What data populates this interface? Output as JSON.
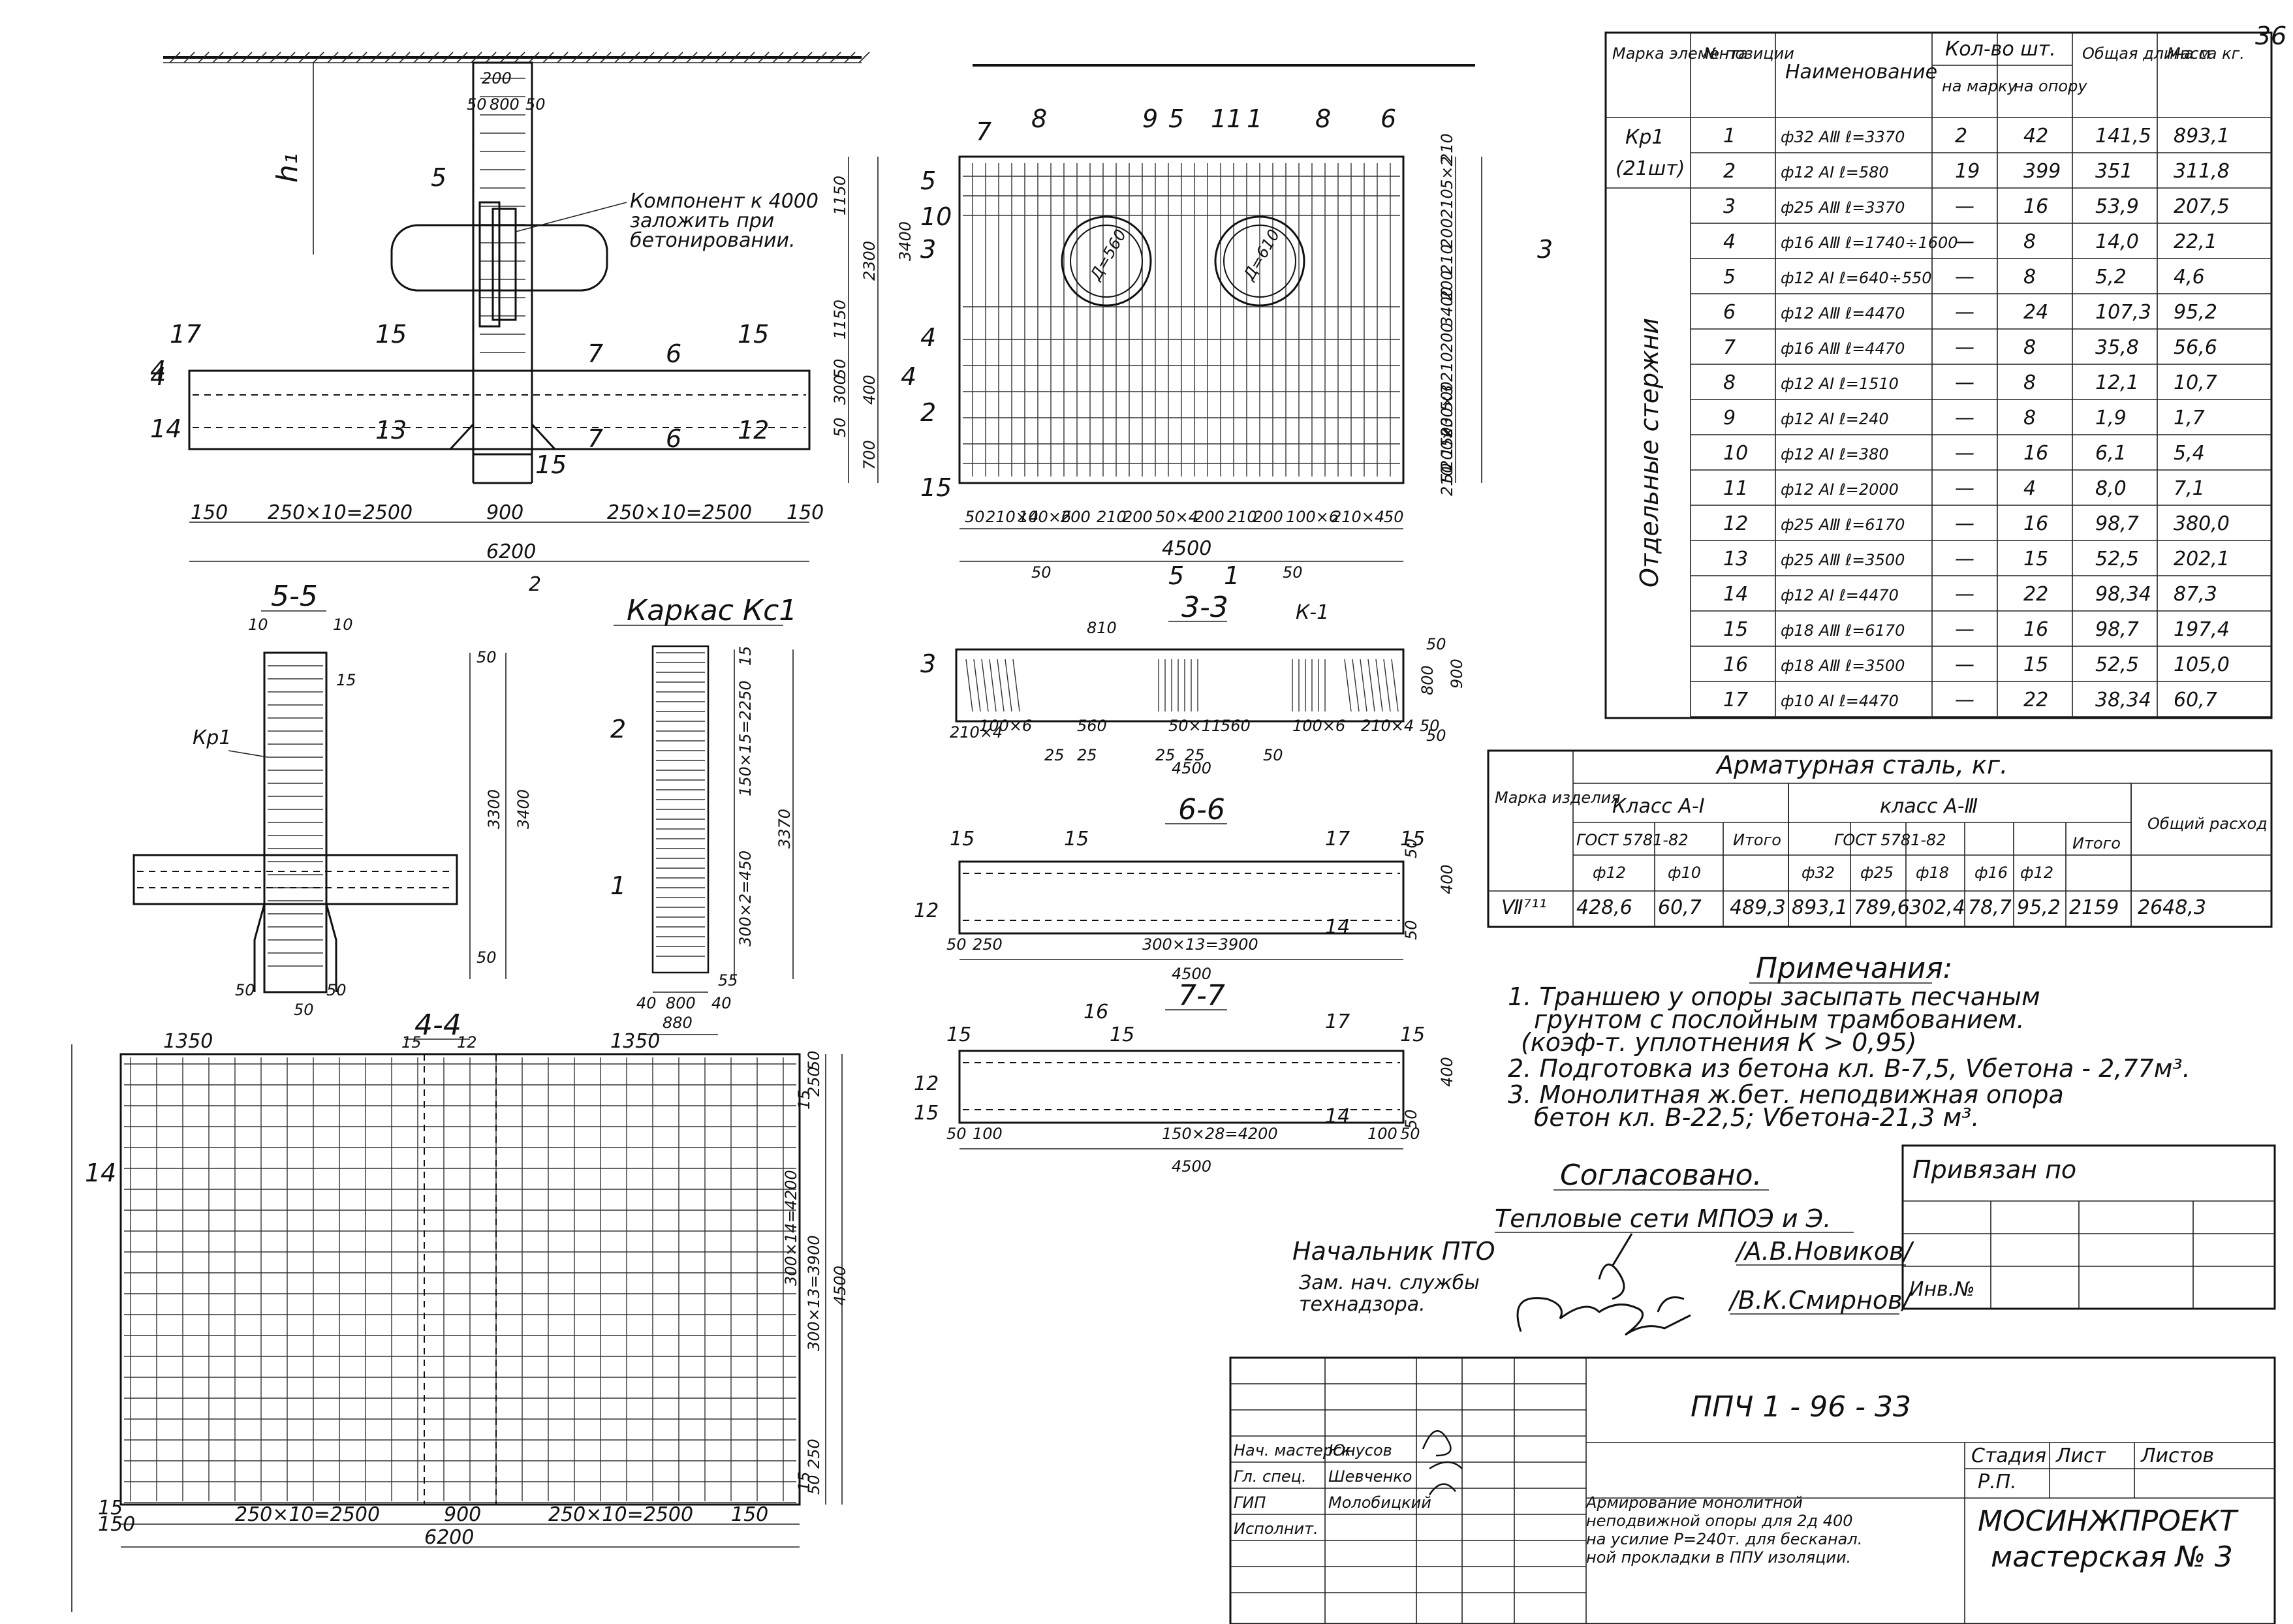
{
  "sheet_number": "36",
  "plan": {
    "dims_top": [
      "200",
      "50",
      "800",
      "50"
    ],
    "dim_h1": "h₁",
    "component_note": [
      "Компонент к 4000",
      "заложить при",
      "бетонировании."
    ],
    "labels": [
      "5",
      "4",
      "17",
      "15",
      "7",
      "6",
      "15",
      "4",
      "14",
      "13",
      "7",
      "6",
      "12",
      "15",
      "2",
      "3"
    ],
    "dims_right": [
      "1150",
      "2300",
      "1150",
      "3400",
      "50",
      "300",
      "400",
      "50",
      "700"
    ],
    "dims_bottom": [
      "150",
      "250×10=2500",
      "900",
      "250×10=2500",
      "150"
    ],
    "total": "6200"
  },
  "view_front": {
    "labels": [
      "7",
      "8",
      "9",
      "5",
      "11",
      "1",
      "8",
      "6",
      "10",
      "5",
      "3",
      "4",
      "2",
      "3",
      "15",
      "3",
      "4",
      "5",
      "1"
    ],
    "pipe_dia_1": "Д=560",
    "pipe_dia_2": "Д=610",
    "dims_right": [
      "210",
      "5×2",
      "210",
      "200",
      "210",
      "200",
      "3400",
      "200",
      "210",
      "500",
      "200×3",
      "150",
      "200×3",
      "50",
      "210"
    ],
    "dims_bottom": [
      "50",
      "210×4",
      "100×6",
      "200",
      "210",
      "200",
      "50×4",
      "200",
      "210",
      "200",
      "100×6",
      "210×4",
      "50",
      "50",
      "50"
    ],
    "total": "4500"
  },
  "sec_5_5": {
    "title": "5-5",
    "kp": "Кр1",
    "dims": [
      "10",
      "10",
      "15",
      "3300",
      "3400",
      "50",
      "50",
      "50",
      "50",
      "50"
    ]
  },
  "karkas": {
    "title": "Каркас Кс1",
    "labels": [
      "2",
      "1"
    ],
    "dims": [
      "15",
      "150×15=2250",
      "3370",
      "300×2=450",
      "40",
      "800",
      "40",
      "880",
      "55"
    ]
  },
  "sec_3_3": {
    "title": "3-3",
    "k": "К-1",
    "labels": [
      "3"
    ],
    "dims": [
      "810",
      "800",
      "900",
      "50",
      "50",
      "210×4",
      "100×6",
      "560",
      "50×11",
      "560",
      "100×6",
      "210×4",
      "50",
      "25",
      "25",
      "25",
      "25",
      "50",
      "4500"
    ]
  },
  "sec_6_6": {
    "title": "6-6",
    "labels": [
      "15",
      "15",
      "17",
      "15",
      "12",
      "14"
    ],
    "dims": [
      "50",
      "250",
      "300×13=3900",
      "50",
      "400",
      "50",
      "4500"
    ]
  },
  "sec_7_7": {
    "title": "7-7",
    "labels": [
      "16",
      "15",
      "15",
      "17",
      "15",
      "12",
      "15",
      "14"
    ],
    "dims": [
      "50",
      "100",
      "150×28=4200",
      "100",
      "50",
      "400",
      "50",
      "4500"
    ]
  },
  "sec_4_4": {
    "title": "4-4",
    "labels": [
      "14",
      "15",
      "12"
    ],
    "dims_top": [
      "1350",
      "1350"
    ],
    "dims_right": [
      "50",
      "250",
      "15",
      "300×14=4200",
      "300×13=3900",
      "4500",
      "15",
      "250",
      "50"
    ],
    "dims_bottom": [
      "15",
      "150",
      "250×10=2500",
      "900",
      "250×10=2500",
      "150"
    ],
    "total": "6200"
  },
  "spec_table": {
    "headers": [
      "Марка элемента",
      "№ позиции",
      "Наименование",
      "Кол-во шт.",
      "на марку",
      "на опору",
      "Общая длина м",
      "Масса кг."
    ],
    "group_label": "Отдельные стержни",
    "mark": "Кр1",
    "mark_count": "(21шт)",
    "rows": [
      [
        "1",
        "ф32 АⅢ  ℓ=3370",
        "2",
        "42",
        "141,5",
        "893,1"
      ],
      [
        "2",
        "ф12 АⅠ  ℓ=580",
        "19",
        "399",
        "351",
        "311,8"
      ],
      [
        "3",
        "ф25 АⅢ  ℓ=3370",
        "—",
        "16",
        "53,9",
        "207,5"
      ],
      [
        "4",
        "ф16 АⅢ  ℓ=1740÷1600",
        "—",
        "8",
        "14,0",
        "22,1"
      ],
      [
        "5",
        "ф12 АⅠ  ℓ=640÷550",
        "—",
        "8",
        "5,2",
        "4,6"
      ],
      [
        "6",
        "ф12 АⅢ  ℓ=4470",
        "—",
        "24",
        "107,3",
        "95,2"
      ],
      [
        "7",
        "ф16 АⅢ  ℓ=4470",
        "—",
        "8",
        "35,8",
        "56,6"
      ],
      [
        "8",
        "ф12 АⅠ  ℓ=1510",
        "—",
        "8",
        "12,1",
        "10,7"
      ],
      [
        "9",
        "ф12 АⅠ  ℓ=240",
        "—",
        "8",
        "1,9",
        "1,7"
      ],
      [
        "10",
        "ф12 АⅠ  ℓ=380",
        "—",
        "16",
        "6,1",
        "5,4"
      ],
      [
        "11",
        "ф12 АⅠ  ℓ=2000",
        "—",
        "4",
        "8,0",
        "7,1"
      ],
      [
        "12",
        "ф25 АⅢ  ℓ=6170",
        "—",
        "16",
        "98,7",
        "380,0"
      ],
      [
        "13",
        "ф25 АⅢ  ℓ=3500",
        "—",
        "15",
        "52,5",
        "202,1"
      ],
      [
        "14",
        "ф12 АⅠ  ℓ=4470",
        "—",
        "22",
        "98,34",
        "87,3"
      ],
      [
        "15",
        "ф18 АⅢ  ℓ=6170",
        "—",
        "16",
        "98,7",
        "197,4"
      ],
      [
        "16",
        "ф18 АⅢ  ℓ=3500",
        "—",
        "15",
        "52,5",
        "105,0"
      ],
      [
        "17",
        "ф10 АⅠ  ℓ=4470",
        "—",
        "22",
        "38,34",
        "60,7"
      ]
    ]
  },
  "steel_table": {
    "title": "Арматурная сталь, кг.",
    "col_mark": "Марка изделия",
    "class1": "Класс А-Ⅰ",
    "class3": "класс А-Ⅲ",
    "gost": "ГОСТ 5781-82",
    "itog1": "Итого",
    "itog3": "Итого",
    "total_hdr": "Общий расход",
    "d1": [
      "ф12",
      "ф10"
    ],
    "d3": [
      "ф32",
      "ф25",
      "ф18",
      "ф16",
      "ф12"
    ],
    "row_mark": "Ⅶ⁷¹¹",
    "row_values": [
      "428,6",
      "60,7",
      "489,3",
      "893,1",
      "789,6",
      "302,4",
      "78,7",
      "95,2",
      "2159",
      "2648,3"
    ]
  },
  "notes": {
    "title": "Примечания:",
    "lines": [
      "1. Траншею у опоры засыпать песчаным",
      "грунтом с послойным трамбованием.",
      "(коэф-т. уплотнения К > 0,95)",
      "2. Подготовка из бетона кл. В-7,5, Vбетона - 2,77м³.",
      "3. Монолитная ж.бет. неподвижная опора",
      "бетон кл. В-22,5; Vбетона-21,3 м³."
    ]
  },
  "approval": {
    "title": "Согласовано.",
    "org": "Тепловые сети МПОЭ и Э.",
    "role1": "Начальник ПТО",
    "name1": "/А.В.Новиков/",
    "role2a": "Зам. нач. службы",
    "role2b": "технадзора.",
    "name2": "/В.К.Смирнов/"
  },
  "binding": {
    "title": "Привязан по",
    "inv": "Инв.№"
  },
  "stamp": {
    "code": "ППЧ 1 - 96 - 33",
    "roles": [
      "Нач. мастерск.",
      "Гл. спец.",
      "ГИП",
      "Исполнит."
    ],
    "names": [
      "Юнусов",
      "Шевченко",
      "Молобицкий",
      ""
    ],
    "stage_hdr": "Стадия",
    "sheet_hdr": "Лист",
    "sheets_hdr": "Листов",
    "stage": "Р.П.",
    "desc": [
      "Армирование монолитной",
      "неподвижной опоры для 2д 400",
      "на усилие Р=240т. для бесканал.",
      "ной прокладки в ППУ изоляции."
    ],
    "org1": "МОСИНЖПРОЕКТ",
    "org2": "мастерская № 3"
  }
}
